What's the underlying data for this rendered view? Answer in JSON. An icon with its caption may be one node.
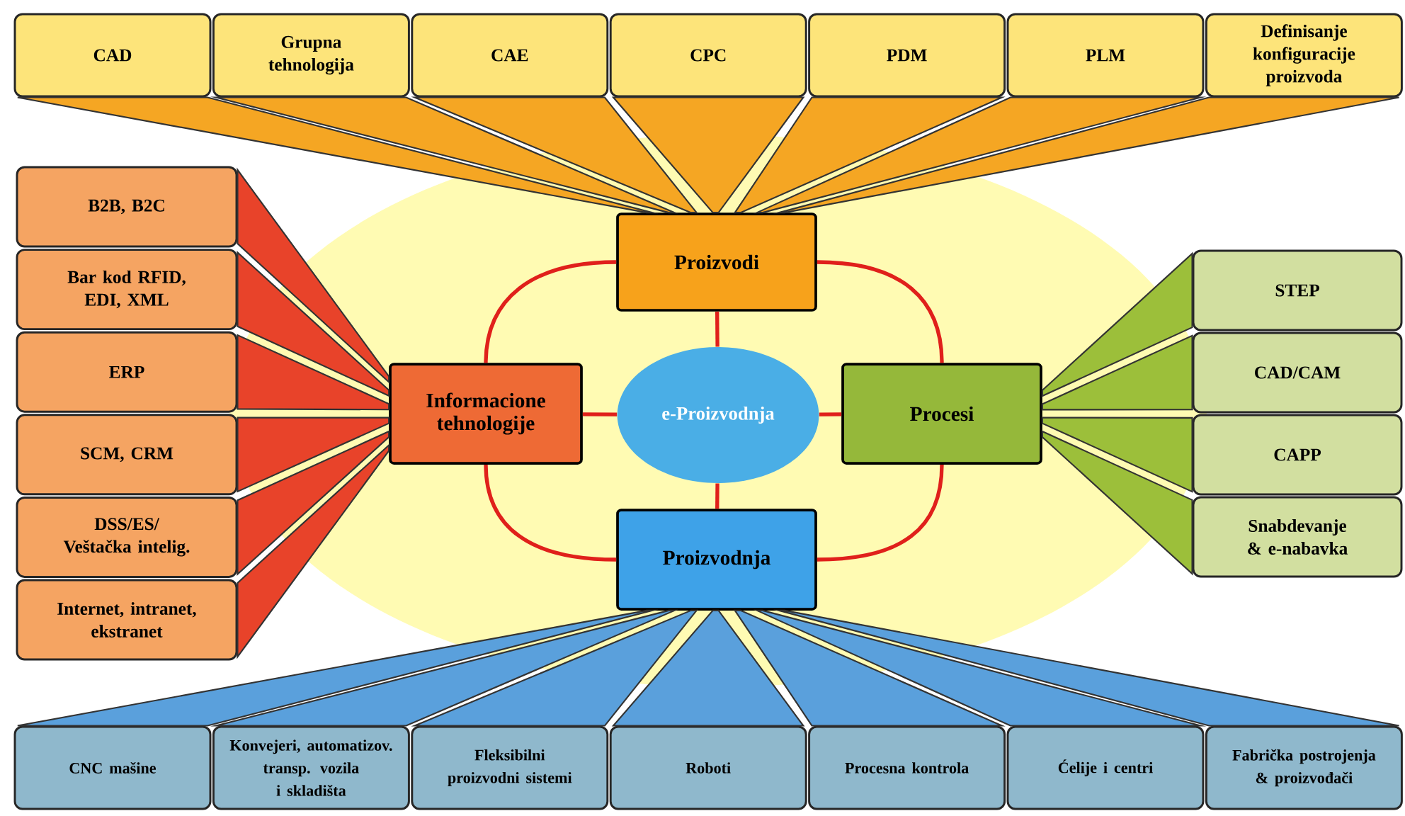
{
  "diagram": {
    "nodes": [
      {
        "text": [
          "e-Proizvodnja"
        ]
      },
      {
        "text": [
          "Proizvodi"
        ]
      },
      {
        "text": [
          "Informacione tehnologije"
        ]
      },
      {
        "text": [
          "Procesi"
        ]
      },
      {
        "text": [
          "Proizvodnja"
        ]
      },
      {
        "text": [
          "CAD"
        ]
      },
      {
        "text": [
          "Grupna tehnologija"
        ]
      },
      {
        "text": [
          "CAE"
        ]
      },
      {
        "text": [
          "CPC"
        ]
      },
      {
        "text": [
          "PDM"
        ]
      },
      {
        "text": [
          "PLM"
        ]
      },
      {
        "text": [
          "Definisanje konfiguracije proizvoda"
        ]
      },
      {
        "text": [
          "B2B, B2C"
        ]
      },
      {
        "text": [
          "Bar kod RFID, EDI, XML"
        ]
      },
      {
        "text": [
          "ERP"
        ]
      },
      {
        "text": [
          "SCM, CRM"
        ]
      },
      {
        "text": [
          "DSS/ES/ Veštačka intelig."
        ]
      },
      {
        "text": [
          "Internet, intranet, ekstranet"
        ]
      },
      {
        "text": [
          "STEP"
        ]
      },
      {
        "text": [
          "CAD/CAM"
        ]
      },
      {
        "text": [
          "CAPP"
        ]
      },
      {
        "text": [
          "Snabdevanje & e-nabavka"
        ]
      },
      {
        "text": [
          "CNC mašine"
        ]
      },
      {
        "text": [
          "Konvejeri, automatizov. transp. vozila i skladišta"
        ]
      },
      {
        "text": [
          "Fleksibilni proizvodni sistemi"
        ]
      },
      {
        "text": [
          "Roboti"
        ]
      },
      {
        "text": [
          "Procesna kontrola"
        ]
      },
      {
        "text": [
          "Ćelije i centri"
        ]
      },
      {
        "text": [
          "Fabrička postrojenja & proizvođači"
        ]
      }
    ],
    "edges": [
      {
        "from": 0,
        "to": 1,
        "arrow": "none",
        "color": "#e0201b"
      },
      {
        "from": 0,
        "to": 2,
        "arrow": "none",
        "color": "#e0201b"
      },
      {
        "from": 0,
        "to": 3,
        "arrow": "none",
        "color": "#e0201b"
      },
      {
        "from": 0,
        "to": 4,
        "arrow": "none",
        "color": "#e0201b"
      },
      {
        "from": 1,
        "to": 2,
        "arrow": "none",
        "color": "#e0201b"
      },
      {
        "from": 1,
        "to": 3,
        "arrow": "none",
        "color": "#e0201b"
      },
      {
        "from": 4,
        "to": 2,
        "arrow": "none",
        "color": "#e0201b"
      },
      {
        "from": 4,
        "to": 3,
        "arrow": "none",
        "color": "#e0201b"
      },
      {
        "from": 1,
        "to": 5,
        "arrow": "none"
      },
      {
        "from": 1,
        "to": 6,
        "arrow": "none"
      },
      {
        "from": 1,
        "to": 7,
        "arrow": "none"
      },
      {
        "from": 1,
        "to": 8,
        "arrow": "none"
      },
      {
        "from": 1,
        "to": 9,
        "arrow": "none"
      },
      {
        "from": 1,
        "to": 10,
        "arrow": "none"
      },
      {
        "from": 1,
        "to": 11,
        "arrow": "none"
      },
      {
        "from": 2,
        "to": 12,
        "arrow": "none"
      },
      {
        "from": 2,
        "to": 13,
        "arrow": "none"
      },
      {
        "from": 2,
        "to": 14,
        "arrow": "none"
      },
      {
        "from": 2,
        "to": 15,
        "arrow": "none"
      },
      {
        "from": 2,
        "to": 16,
        "arrow": "none"
      },
      {
        "from": 2,
        "to": 17,
        "arrow": "none"
      },
      {
        "from": 3,
        "to": 18,
        "arrow": "none"
      },
      {
        "from": 3,
        "to": 19,
        "arrow": "none"
      },
      {
        "from": 3,
        "to": 20,
        "arrow": "none"
      },
      {
        "from": 3,
        "to": 21,
        "arrow": "none"
      },
      {
        "from": 4,
        "to": 22,
        "arrow": "none"
      },
      {
        "from": 4,
        "to": 23,
        "arrow": "none"
      },
      {
        "from": 4,
        "to": 24,
        "arrow": "none"
      },
      {
        "from": 4,
        "to": 25,
        "arrow": "none"
      },
      {
        "from": 4,
        "to": 26,
        "arrow": "none"
      },
      {
        "from": 4,
        "to": 27,
        "arrow": "none"
      },
      {
        "from": 4,
        "to": 28,
        "arrow": "none"
      }
    ]
  }
}
